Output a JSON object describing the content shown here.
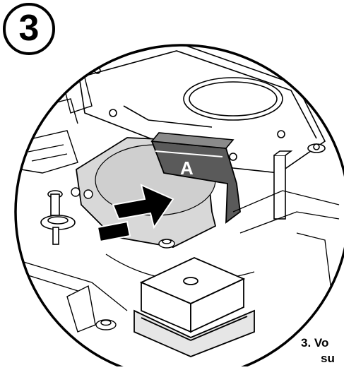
{
  "step": {
    "number": "3"
  },
  "tab": {
    "label": "A"
  },
  "caption": {
    "line1": "3. Vo",
    "line2": "su"
  },
  "colors": {
    "line": "#000000",
    "background": "#ffffff",
    "tab_fill": "#5a5a5a",
    "plate_fill": "#d8d8d8",
    "arrow_fill": "#000000"
  },
  "icons": {
    "arrow": "push-arrow-icon"
  }
}
